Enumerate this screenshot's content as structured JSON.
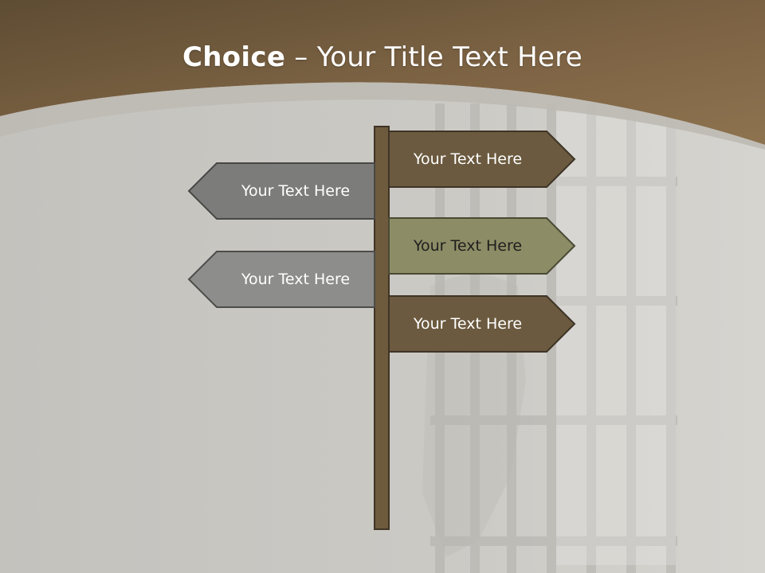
{
  "slide": {
    "title_bold": "Choice",
    "title_rest": " – Your Title Text Here"
  },
  "signs": [
    {
      "label": "Your Text Here",
      "direction": "right",
      "color": "#6b5a3f"
    },
    {
      "label": "Your Text Here",
      "direction": "left",
      "color": "#7c7c7a"
    },
    {
      "label": "Your Text Here",
      "direction": "right",
      "color": "#8c8c66"
    },
    {
      "label": "Your Text Here",
      "direction": "left",
      "color": "#8d8d8b"
    },
    {
      "label": "Your Text Here",
      "direction": "right",
      "color": "#6b5a3f"
    }
  ],
  "colors": {
    "header_band": "#7a6446",
    "post": "#6e5a3d",
    "background": "#c8c6c1"
  }
}
